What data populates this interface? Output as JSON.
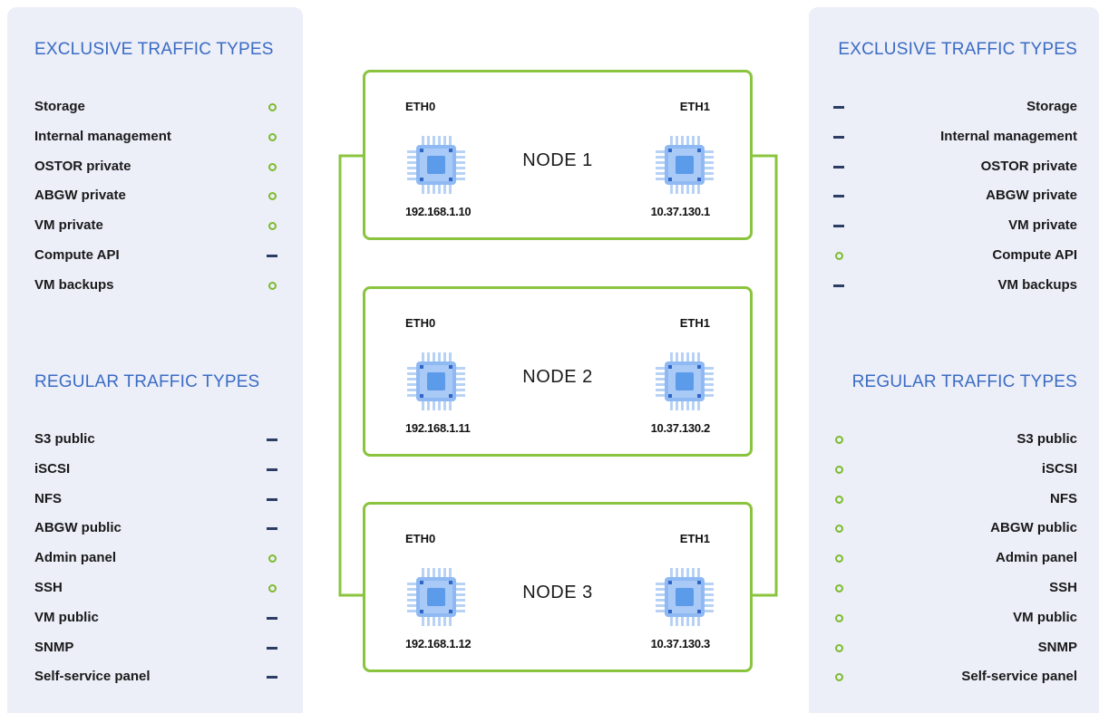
{
  "colors": {
    "accent_green": "#8ac43f",
    "heading_blue": "#3a6cc4",
    "chip_blue": "#5b9bea",
    "dash_navy": "#2b3d63",
    "panel_bg": "#eceef8"
  },
  "left_panel": {
    "exclusive_heading": "EXCLUSIVE TRAFFIC TYPES",
    "regular_heading": "REGULAR TRAFFIC TYPES",
    "exclusive": [
      {
        "label": "Storage",
        "state": "dot"
      },
      {
        "label": "Internal management",
        "state": "dot"
      },
      {
        "label": "OSTOR private",
        "state": "dot"
      },
      {
        "label": "ABGW private",
        "state": "dot"
      },
      {
        "label": "VM private",
        "state": "dot"
      },
      {
        "label": "Compute API",
        "state": "dash"
      },
      {
        "label": "VM backups",
        "state": "dot"
      }
    ],
    "regular": [
      {
        "label": "S3 public",
        "state": "dash"
      },
      {
        "label": "iSCSI",
        "state": "dash"
      },
      {
        "label": "NFS",
        "state": "dash"
      },
      {
        "label": "ABGW public",
        "state": "dash"
      },
      {
        "label": "Admin panel",
        "state": "dot"
      },
      {
        "label": "SSH",
        "state": "dot"
      },
      {
        "label": "VM public",
        "state": "dash"
      },
      {
        "label": "SNMP",
        "state": "dash"
      },
      {
        "label": "Self-service panel",
        "state": "dash"
      }
    ]
  },
  "right_panel": {
    "exclusive_heading": "EXCLUSIVE TRAFFIC TYPES",
    "regular_heading": "REGULAR TRAFFIC TYPES",
    "exclusive": [
      {
        "label": "Storage",
        "state": "dash"
      },
      {
        "label": "Internal management",
        "state": "dash"
      },
      {
        "label": "OSTOR private",
        "state": "dash"
      },
      {
        "label": "ABGW private",
        "state": "dash"
      },
      {
        "label": "VM private",
        "state": "dash"
      },
      {
        "label": "Compute API",
        "state": "dot"
      },
      {
        "label": "VM backups",
        "state": "dash"
      }
    ],
    "regular": [
      {
        "label": "S3 public",
        "state": "dot"
      },
      {
        "label": "iSCSI",
        "state": "dot"
      },
      {
        "label": "NFS",
        "state": "dot"
      },
      {
        "label": "ABGW public",
        "state": "dot"
      },
      {
        "label": "Admin panel",
        "state": "dot"
      },
      {
        "label": "SSH",
        "state": "dot"
      },
      {
        "label": "VM public",
        "state": "dot"
      },
      {
        "label": "SNMP",
        "state": "dot"
      },
      {
        "label": "Self-service panel",
        "state": "dot"
      }
    ]
  },
  "nodes": [
    {
      "name": "NODE 1",
      "eth0": "ETH0",
      "eth1": "ETH1",
      "ip0": "192.168.1.10",
      "ip1": "10.37.130.1"
    },
    {
      "name": "NODE 2",
      "eth0": "ETH0",
      "eth1": "ETH1",
      "ip0": "192.168.1.11",
      "ip1": "10.37.130.2"
    },
    {
      "name": "NODE 3",
      "eth0": "ETH0",
      "eth1": "ETH1",
      "ip0": "192.168.1.12",
      "ip1": "10.37.130.3"
    }
  ]
}
